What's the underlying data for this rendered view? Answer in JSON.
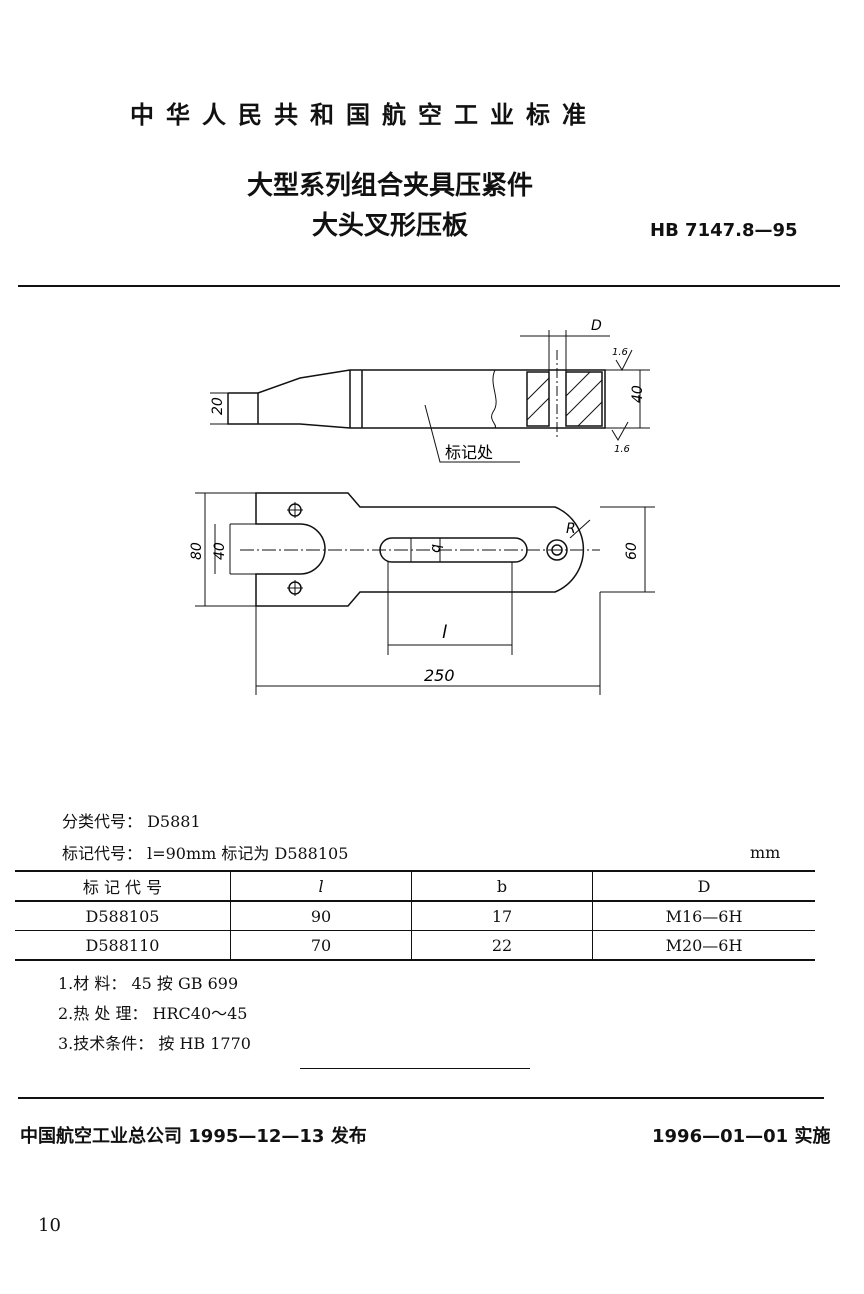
{
  "header": {
    "standard_body": "中华人民共和国航空工业标准"
  },
  "title": {
    "line1": "大型系列组合夹具压紧件",
    "line2": "大头叉形压板",
    "standard_no": "HB 7147.8—95"
  },
  "drawing": {
    "top_view": {
      "dim_D": "D",
      "dim_20": "20",
      "dim_40": "40",
      "rough_top": "1.6",
      "rough_bottom": "1.6",
      "mark_label": "标记处"
    },
    "plan_view": {
      "dim_80": "80",
      "dim_40": "40",
      "dim_60": "60",
      "dim_b": "b",
      "dim_R": "R",
      "dim_l": "l",
      "dim_250": "250"
    }
  },
  "meta": {
    "classification": "分类代号： D5881",
    "marking": "标记代号： l=90mm   标记为 D588105",
    "unit": "mm"
  },
  "table": {
    "headers": [
      "标 记 代 号",
      "l",
      "b",
      "D"
    ],
    "rows": [
      [
        "D588105",
        "90",
        "17",
        "M16—6H"
      ],
      [
        "D588110",
        "70",
        "22",
        "M20—6H"
      ]
    ]
  },
  "notes": [
    "1.材    料： 45 按 GB 699",
    "2.热 处 理： HRC40～45",
    "3.技术条件： 按 HB 1770"
  ],
  "footer": {
    "issuer": "中国航空工业总公司 1995—12—13 发布",
    "effective": "1996—01—01 实施"
  },
  "page_number": "10"
}
